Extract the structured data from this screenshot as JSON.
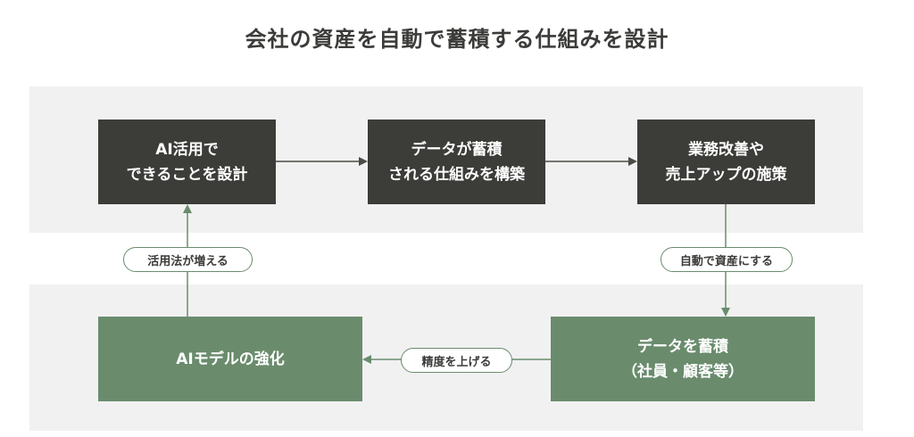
{
  "title": "会社の資産を自動で蓄積する仕組みを設計",
  "boxes": {
    "ai_use": "AI活用で\nできることを設計",
    "data_system": "データが蓄積\nされる仕組みを構築",
    "business": "業務改善や\n売上アップの施策",
    "accumulate": "データを蓄積\n（社員・顧客等）",
    "model": "AIモデルの強化"
  },
  "labels": {
    "increase_use": "活用法が増える",
    "auto_asset": "自動で資産にする",
    "improve_accuracy": "精度を上げる"
  },
  "colors": {
    "dark_box": "#3c3c39",
    "green_box": "#6a8c6d",
    "band": "#f1f1f1",
    "arrow_dark": "#4a4a47",
    "arrow_green": "#6a8c6d"
  }
}
